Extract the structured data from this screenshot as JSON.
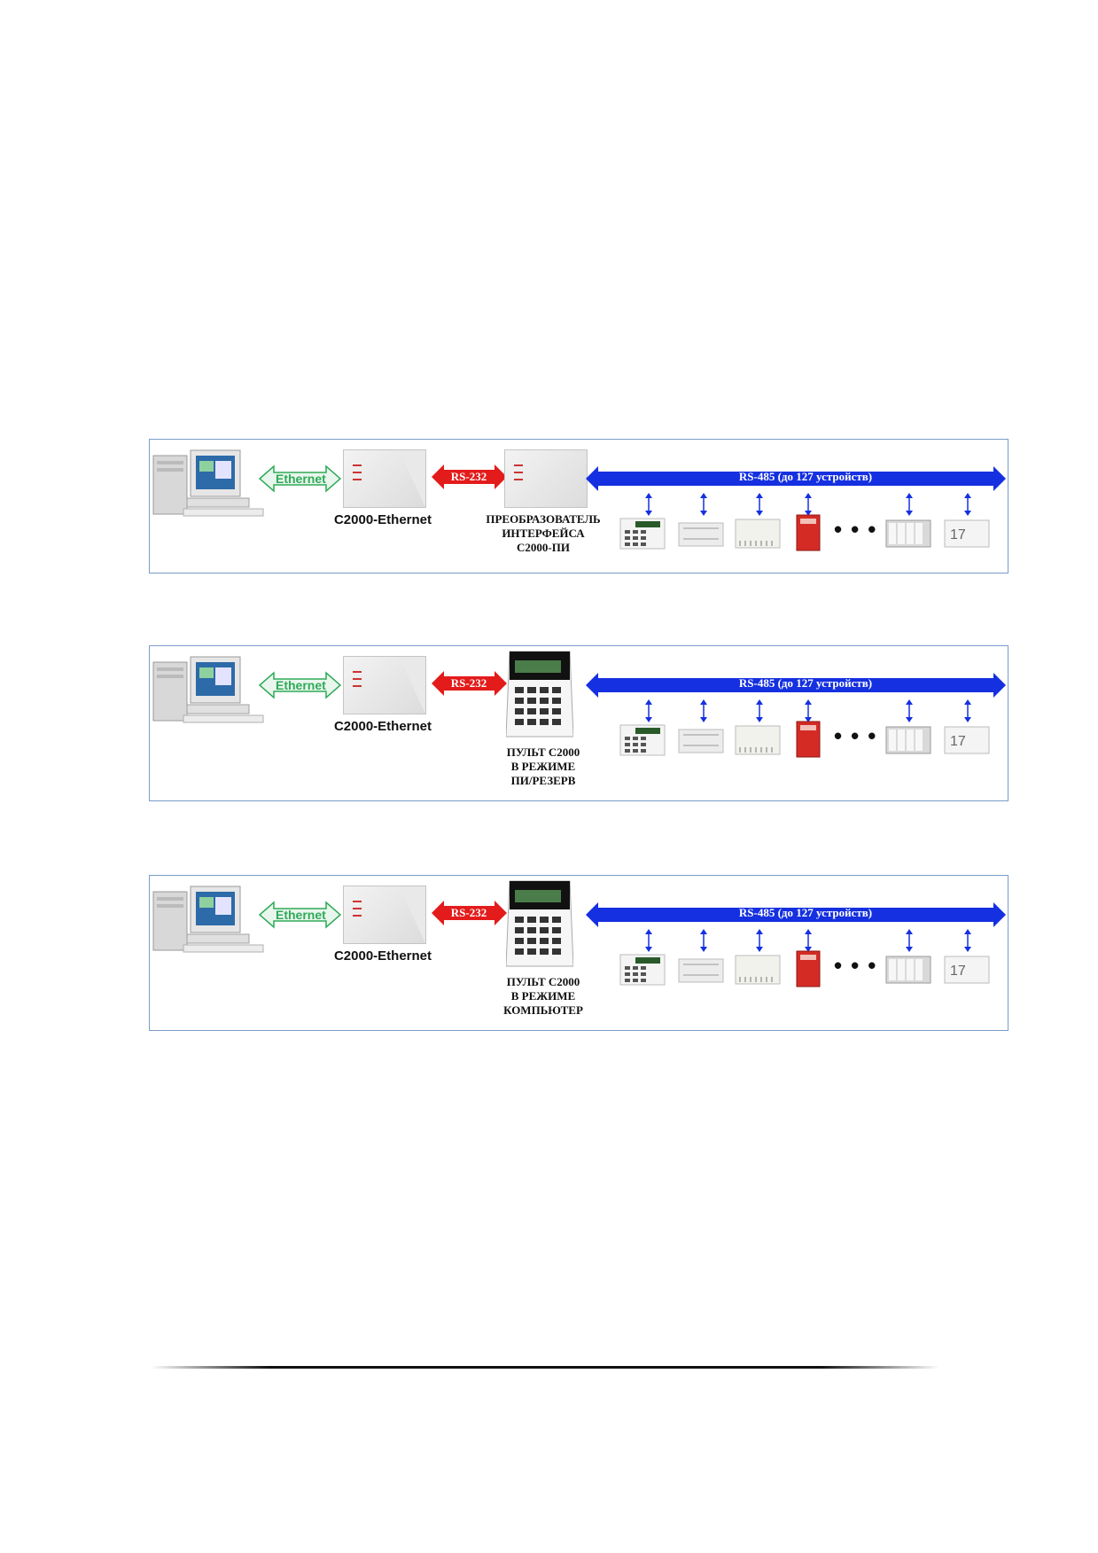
{
  "colors": {
    "ethernet": "#2eaa57",
    "rs232": "#e31b1b",
    "rs485": "#1530e0",
    "panel_border": "#7b9cc9"
  },
  "labels": {
    "ethernet": "Ethernet",
    "rs232": "RS-232",
    "rs485": "RS-485 (до 127 устройств)",
    "c2000_ethernet": "C2000-Ethernet",
    "device_17": "17"
  },
  "panels": [
    {
      "center_device": "преобразователь интерфейса С2000-ПИ",
      "caption": [
        "ПРЕОБРАЗОВАТЕЛЬ",
        "ИНТЕРФЕЙСА",
        "С2000-ПИ"
      ]
    },
    {
      "center_device": "пульт С2000",
      "caption": [
        "ПУЛЬТ С2000",
        "В РЕЖИМЕ",
        "ПИ/РЕЗЕРВ"
      ]
    },
    {
      "center_device": "пульт С2000",
      "caption": [
        "ПУЛЬТ С2000",
        "В РЕЖИМЕ",
        "КОМПЬЮТЕР"
      ]
    }
  ]
}
